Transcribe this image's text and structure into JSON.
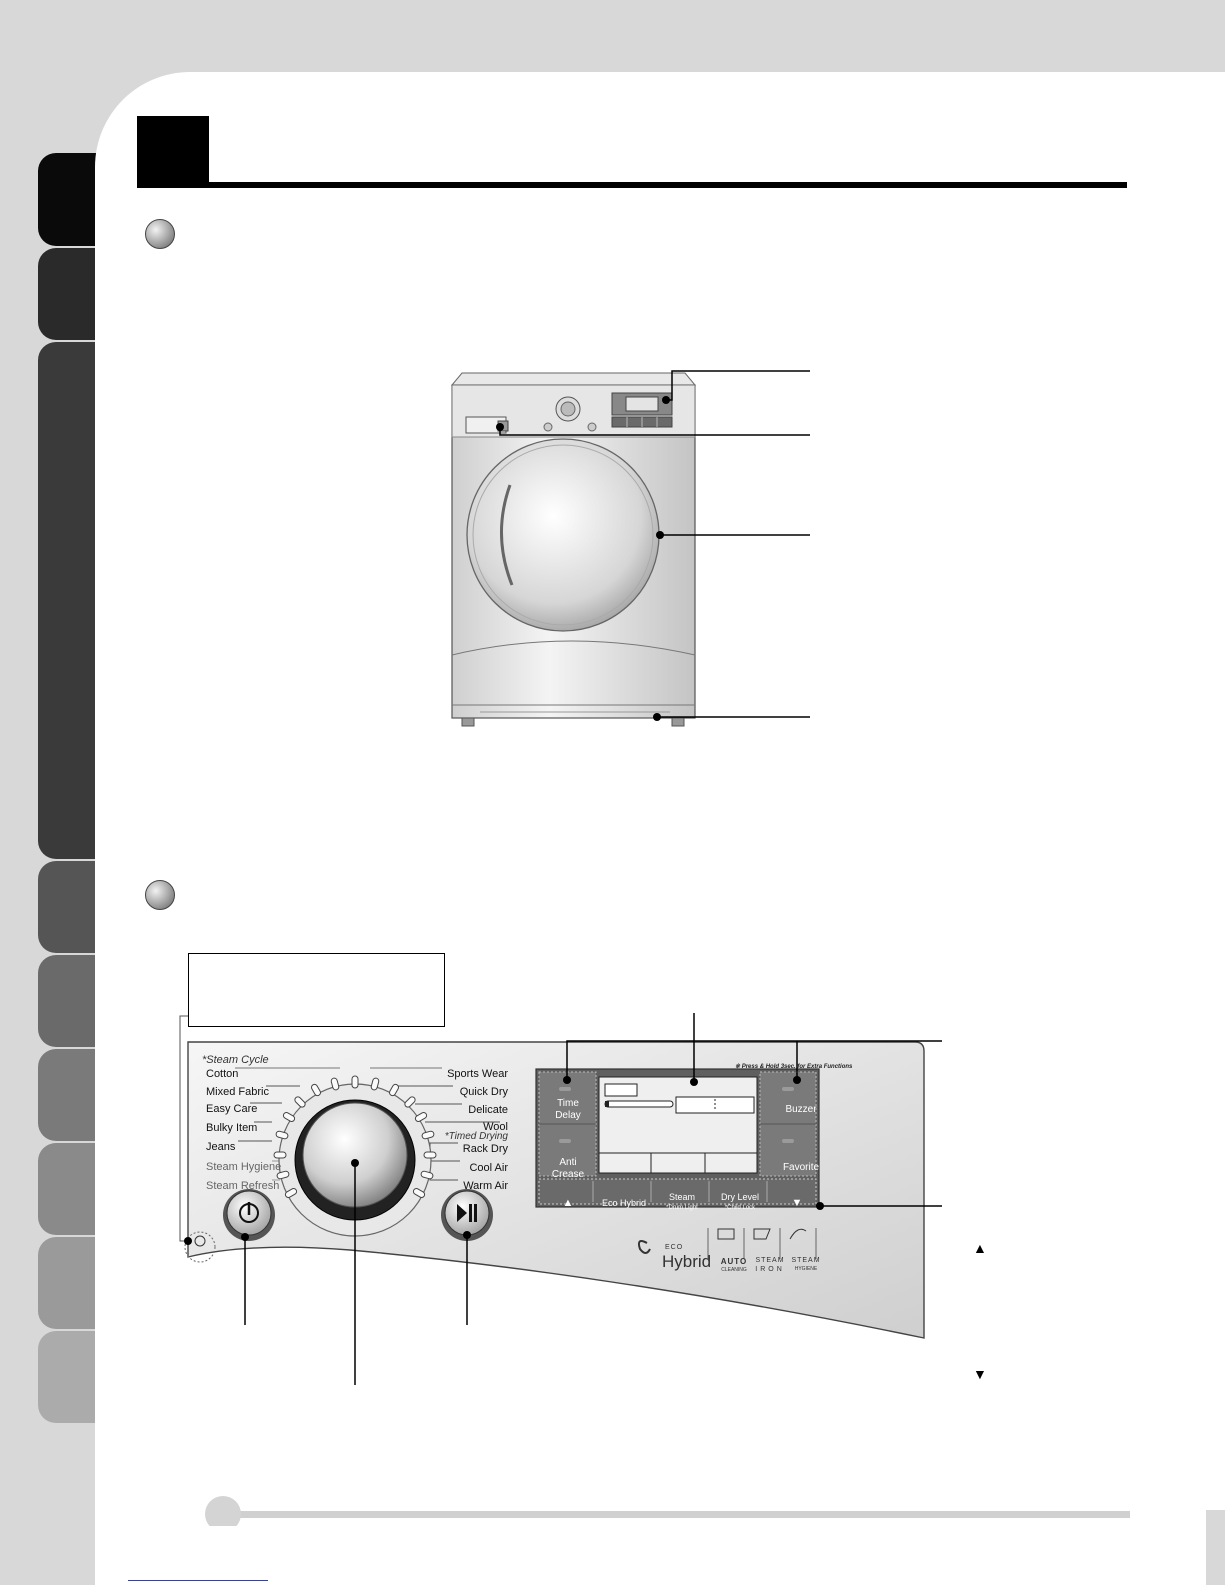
{
  "control_panel": {
    "programs_left": [
      {
        "label": "Cotton",
        "style": "normal"
      },
      {
        "label": "Mixed Fabric",
        "style": "normal"
      },
      {
        "label": "Easy Care",
        "style": "normal"
      },
      {
        "label": "Bulky Item",
        "style": "normal"
      },
      {
        "label": "Jeans",
        "style": "normal"
      },
      {
        "label": "Steam Hygiene",
        "style": "steam"
      },
      {
        "label": "Steam Refresh",
        "style": "steam"
      }
    ],
    "programs_right": [
      {
        "label": "Sports Wear"
      },
      {
        "label": "Quick Dry"
      },
      {
        "label": "Delicate"
      },
      {
        "label": "Wool"
      },
      {
        "label": "Rack Dry"
      },
      {
        "label": "Cool Air"
      },
      {
        "label": "Warm Air"
      }
    ],
    "steam_cycle_heading": "*Steam Cycle",
    "timed_drying_heading": "*Timed Drying",
    "extra_functions_note": "※ Press & Hold 3sec. for Extra Functions",
    "buttons": {
      "time_delay": "Time Delay",
      "anti_crease": "Anti Crease",
      "buzzer": "Buzzer",
      "favorite": "Favorite",
      "up": "▲",
      "eco_hybrid": "Eco Hybrid",
      "steam": "Steam",
      "steam_sub": "*Drum Light",
      "dry_level": "Dry Level",
      "dry_level_sub": "*Child Lock",
      "down": "▼"
    },
    "badges": {
      "eco_small": "ECO",
      "hybrid": "Hybrid",
      "auto_top": "AUTO",
      "auto_bottom": "CLEANING",
      "steam_iron_top": "STEAM",
      "steam_iron_bottom": "IRON",
      "steam_hygiene_top": "STEAM",
      "steam_hygiene_bottom": "HYGIENE"
    }
  },
  "side_arrows": {
    "up": "▲",
    "down": "▼"
  }
}
